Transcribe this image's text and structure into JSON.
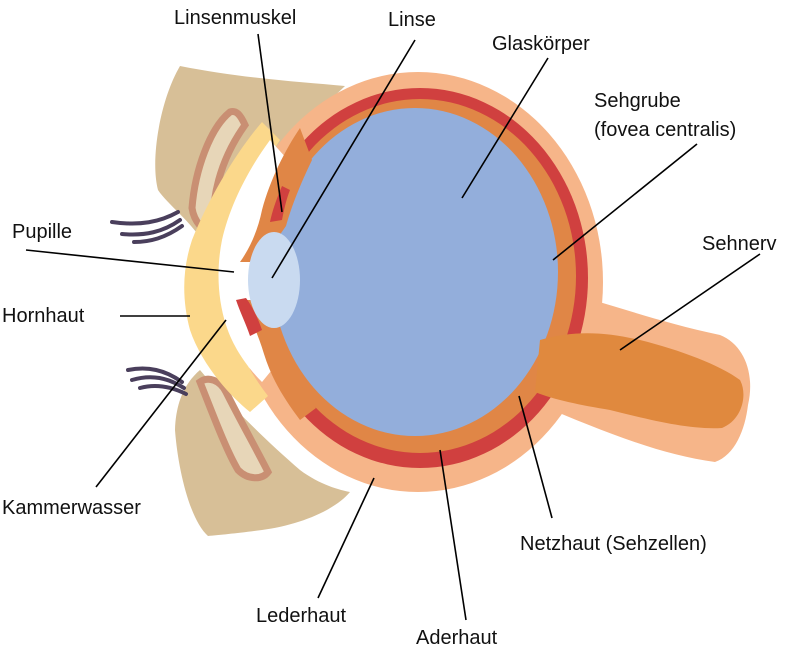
{
  "labels": {
    "linsenmuskel": "Linsenmuskel",
    "linse": "Linse",
    "glaskoerper": "Glaskörper",
    "sehgrube_line1": "Sehgrube",
    "sehgrube_line2": "(fovea centralis)",
    "pupille": "Pupille",
    "sehnerv": "Sehnerv",
    "hornhaut": "Hornhaut",
    "kammerwasser": "Kammerwasser",
    "netzhaut": "Netzhaut (Sehzellen)",
    "lederhaut": "Lederhaut",
    "aderhaut": "Aderhaut"
  },
  "colors": {
    "background": "#ffffff",
    "eyelid_tissue": "#d7bf97",
    "eyelid_outline": "#c98f73",
    "sclera": "#f6b589",
    "choroid": "#d0403f",
    "retina": "#e08646",
    "vitreous_body": "#93aedb",
    "lens": "#c9daf0",
    "cornea": "#fbd88b",
    "optic_nerve": "#e0893e",
    "eyelash": "#4a3f5c"
  }
}
